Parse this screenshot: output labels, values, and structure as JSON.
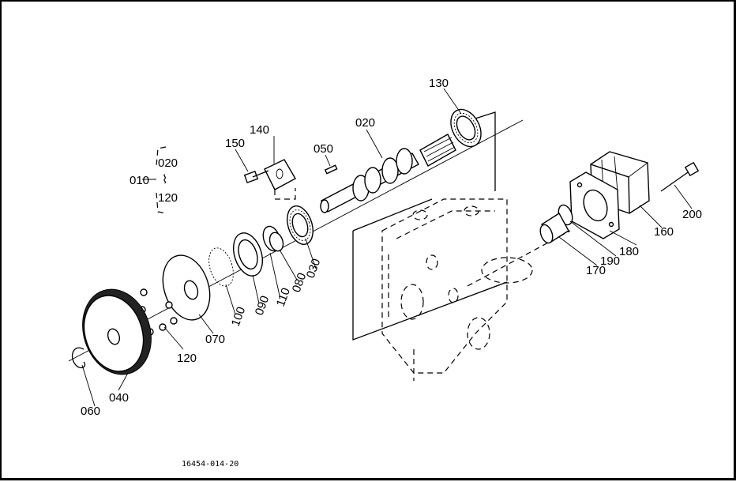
{
  "diagram": {
    "drawing_code": "16454-014-20",
    "assembly": {
      "label": "010",
      "range_from": "020",
      "range_tilde": "⌇",
      "range_to": "120"
    },
    "parts": {
      "p020": "020",
      "p030": "030",
      "p040": "040",
      "p050": "050",
      "p060": "060",
      "p070": "070",
      "p080": "080",
      "p090": "090",
      "p100": "100",
      "p110": "110",
      "p120": "120",
      "p130": "130",
      "p140": "140",
      "p150": "150",
      "p160": "160",
      "p170": "170",
      "p180": "180",
      "p190": "190",
      "p200": "200"
    }
  }
}
